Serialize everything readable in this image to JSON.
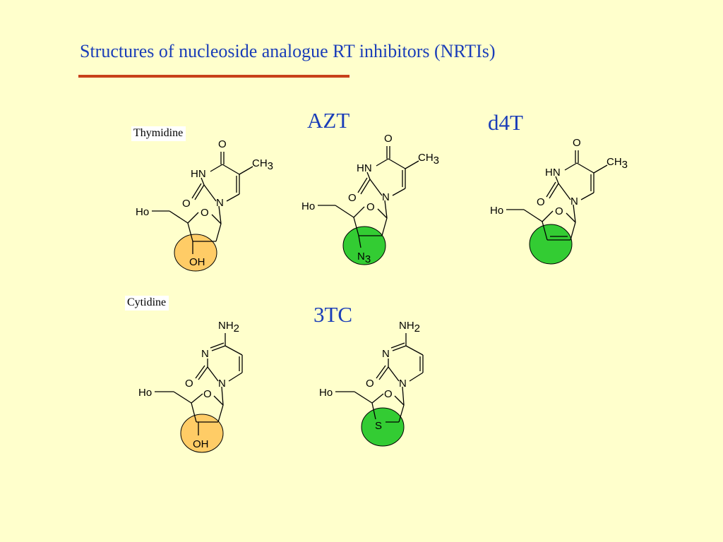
{
  "slide": {
    "title": "Structures of nucleoside analogue RT inhibitors (NRTIs)"
  },
  "colors": {
    "title": "#1A3DB8",
    "rule": "#C8411B",
    "background": "#FFFFCC",
    "natural_highlight": "#FFCC66",
    "drug_highlight": "#33CC33"
  },
  "molecules": [
    {
      "label": "Thymidine",
      "label_style": "boxed",
      "highlight": "orange-circle"
    },
    {
      "label": "AZT",
      "label_style": "drug",
      "highlight": "green-circle"
    },
    {
      "label": "d4T",
      "label_style": "drug",
      "highlight": "green-circle"
    },
    {
      "label": "Cytidine",
      "label_style": "boxed",
      "highlight": "orange-circle"
    },
    {
      "label": "3TC",
      "label_style": "drug",
      "highlight": "green-circle"
    }
  ],
  "atoms": {
    "o": "O",
    "hn": "HN",
    "n": "N",
    "ch": "CH",
    "ch_sub": "3",
    "nh": "NH",
    "nh_sub": "2",
    "ho": "Ho",
    "oh": "OH",
    "n3": "N",
    "n3_sub": "3",
    "s": "S"
  }
}
